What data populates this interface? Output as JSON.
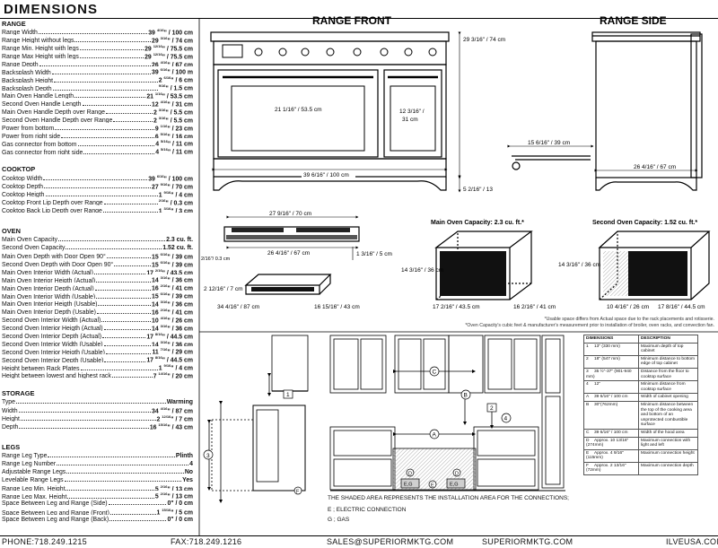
{
  "page": {
    "title": "DIMENSIONS"
  },
  "sections": {
    "range": {
      "title": "RANGE",
      "rows": [
        {
          "label": "Range Width",
          "value": "39 4/16\" / 100 cm"
        },
        {
          "label": "Range Height without legs",
          "value": "29 3/16\" / 74 cm"
        },
        {
          "label": "Range Min. Height with legs",
          "value": "29 12/16\" / 75.5 cm"
        },
        {
          "label": "Range Max Height with legs",
          "value": "29 12/16\" / 75.5 cm"
        },
        {
          "label": "Range Depth",
          "value": "26 4/16\" / 67 cm"
        },
        {
          "label": "Backsplash Width",
          "value": "39 6/16\" / 100 m"
        },
        {
          "label": "Backsplash Height",
          "value": "2 6/16\" / 6 cm"
        },
        {
          "label": "Backsplash Depth",
          "value": "9/16\" / 1.5 cm"
        },
        {
          "label": "Main Oven Handle Length",
          "value": "21 1/16\" / 53.5 cm"
        },
        {
          "label": "Second Oven Handle Length",
          "value": "12 4/16\" / 31 cm"
        },
        {
          "label": "Main Oven Handle Depth over Range",
          "value": "2 3/16\" / 5.5 cm"
        },
        {
          "label": "Second Oven Handle Depth over Range",
          "value": "2 3/16\" / 5.5 cm"
        },
        {
          "label": "Power from bottom",
          "value": "9 1/16\" / 23 cm"
        },
        {
          "label": "Power from right side",
          "value": "6 5/16\" / 16 cm"
        },
        {
          "label": "Gas connector from bottom",
          "value": "4 5/16\" / 11 cm"
        },
        {
          "label": "Gas connector from right side",
          "value": "4 5/16\" / 11 cm"
        }
      ]
    },
    "cooktop": {
      "title": "COOKTOP",
      "rows": [
        {
          "label": "Cooktop Width",
          "value": "39 6/16\" / 100 cm"
        },
        {
          "label": "Cooktop Depth",
          "value": "27 9/16\" / 70 cm"
        },
        {
          "label": "Cooktop Heigth",
          "value": "1 9/16\" / 4 cm"
        },
        {
          "label": "Cooktop Front Lip Depth over Range",
          "value": "2/16\" / 0.3 cm"
        },
        {
          "label": "Cooktop Back Lip Depth over Range",
          "value": "1 3/16\" / 3 cm"
        }
      ]
    },
    "oven": {
      "title": "OVEN",
      "rows": [
        {
          "label": "Main Oven Capacity",
          "value": "2.3 cu. ft."
        },
        {
          "label": "Second Oven Capacity",
          "value": "1.52 cu. ft."
        },
        {
          "label": "Main Oven Depth with Door Open 90°",
          "value": "15 6/16\" / 39 cm"
        },
        {
          "label": "Second Oven Depth with Door Open 90°",
          "value": "15 6/16\" / 39 cm"
        },
        {
          "label": "Main Oven Interior Width (Actual)",
          "value": "17 2/16\" / 43.5 cm"
        },
        {
          "label": "Main Oven Interior Heigth (Actual)",
          "value": "14 3/16\" / 36 cm"
        },
        {
          "label": "Main Oven Interior Depth (Actual)",
          "value": "16 2/16\" / 41 cm"
        },
        {
          "label": "Main Oven Interior Width (Usable)",
          "value": "15 6/16\" / 39 cm"
        },
        {
          "label": "Main Oven Interior Heigth (Usable)",
          "value": "14 3/16\" / 36 cm"
        },
        {
          "label": "Main Oven Interior Depth (Usable)",
          "value": "16 2/16\" / 41 cm"
        },
        {
          "label": "Second Oven Interior Width (Actual)",
          "value": "10 4/16\" / 26 cm"
        },
        {
          "label": "Second Oven Interior Heigth (Actual)",
          "value": "14 3/16\" / 36 cm"
        },
        {
          "label": "Second Oven Interior Depth (Actual)",
          "value": "17 8/16\" / 44.5 cm"
        },
        {
          "label": "Second Oven Interior Width (Usable)",
          "value": "14 3/16\" / 36 cm"
        },
        {
          "label": "Second Oven Interior Heigth (Usable)",
          "value": "11 7/16\" / 29 cm"
        },
        {
          "label": "Second Oven Interior Depth (Usable)",
          "value": "17 8/16\" / 44.5 cm"
        },
        {
          "label": "Height between Rack Plates",
          "value": "1 9/16\" / 4 cm"
        },
        {
          "label": "Height between lowest and highest rack",
          "value": "7 14/16\" / 20 cm"
        }
      ]
    },
    "storage": {
      "title": "STORAGE",
      "rows": [
        {
          "label": "Type",
          "value": "Warming"
        },
        {
          "label": "Width",
          "value": "34 4/16\" / 87 cm"
        },
        {
          "label": "Height",
          "value": "2 12/16\" / 7 cm"
        },
        {
          "label": "Depth",
          "value": "16 15/16\" / 43 cm"
        }
      ]
    },
    "legs": {
      "title": "LEGS",
      "rows": [
        {
          "label": "Range Leg Type",
          "value": "Plinth"
        },
        {
          "label": "Range Leg Number",
          "value": "4"
        },
        {
          "label": "Adjustable Range Legs",
          "value": "No"
        },
        {
          "label": "Levelable Range Legs",
          "value": "Yes"
        },
        {
          "label": "Range Leg Min. Height",
          "value": "5 2/16\" / 13 cm"
        },
        {
          "label": "Range Leg Max. Height",
          "value": "5 2/16\" / 13 cm"
        },
        {
          "label": "Space Between Leg and Range (Side)",
          "value": "0\" / 0 cm"
        },
        {
          "label": "Space Between Leg and Range (Front)",
          "value": "1 15/16\" / 5 cm"
        },
        {
          "label": "Space Between Leg and Range (Back)",
          "value": "0\" / 0 cm"
        }
      ]
    }
  },
  "drawings": {
    "front_title": "RANGE FRONT",
    "side_title": "RANGE SIDE",
    "front_height": "29 3/16\" / 74 cm",
    "front_width": "39 6/16\" / 100 cm",
    "leg_height": "5 2/16\" / 13",
    "main_handle": "21 1/16\" / 53.5 cm",
    "second_handle_a": "12 3/16\" /",
    "second_handle_b": "31 cm",
    "door_open": "15 6/16\" / 39 cm",
    "side_depth": "26 4/16\" / 67 cm",
    "cooktop_depth": "27 9/16\" / 70 cm",
    "cooktop_inner": "26 4/16\" / 67 cm",
    "cooktop_lip": "2/16\"/ 0.3 cm",
    "cooktop_height": "1 3/16\" / 5 cm",
    "drawer_height": "2 12/16\" / 7 cm",
    "drawer_width": "34 4/16\" / 87 cm",
    "drawer_depth": "16 15/16\" / 43 cm",
    "main_cap_title": "Main Oven Capacity: 2.3 cu. ft.*",
    "main_cap_h": "14 3/16\" / 36 cm",
    "main_cap_w": "17 2/16\" / 43.5 cm",
    "main_cap_d": "16 2/16\" / 41 cm",
    "second_cap_title": "Second Oven Capacity: 1.52 cu. ft.*",
    "second_cap_h": "14 3/16\" / 36 cm",
    "second_cap_w": "10 4/16\" / 26 cm",
    "second_cap_d": "17 8/16\" / 44.5 cm"
  },
  "notes": {
    "usable": "*Usable space differs from Actual space due to the rack placements and rotisserie.",
    "capacity": "*Oven Capacity's cubic feet & manufacturer's measurement prior to installation of broiler, oven racks, and convection fan."
  },
  "install": {
    "callouts": [
      "1",
      "2",
      "3",
      "4",
      "A",
      "B",
      "C",
      "D",
      "E",
      "F"
    ],
    "eg_label": "E,G",
    "shaded_note": "THE SHADED AREA REPRESENTS THE INSTALLATION AREA FOR THE CONNECTIONS;",
    "electric": "E ; ELECTRIC CONNECTION",
    "gas": "G ; GAS"
  },
  "dim_table": {
    "headers": [
      "DIMENSIONS",
      "DESCRIPTION"
    ],
    "rows": [
      {
        "id": "1",
        "dim": "13\" (330 mm)",
        "desc": "Maximum depth of top cabinet"
      },
      {
        "id": "2",
        "dim": "18\" (547 mm)",
        "desc": "Minimum distance to bottom edge of top cabinet"
      },
      {
        "id": "3",
        "dim": "35 ½\"-37\" (901-940 mm)",
        "desc": "Distance from the floor to cooktop surface"
      },
      {
        "id": "4",
        "dim": "12\"",
        "desc": "Minimum distance from cooktop surface"
      },
      {
        "id": "A",
        "dim": "39 6/16\" / 100 cm",
        "desc": "Width of cabinet opening"
      },
      {
        "id": "B",
        "dim": "30\"(762mm)",
        "desc": "Minimum distance between the top of the cooking area and bottom of an unprotected combustible surface"
      },
      {
        "id": "C",
        "dim": "39 6/16\" / 100 cm",
        "desc": "Width of the hood area"
      },
      {
        "id": "D",
        "dim": "Approx. 10 13/16\" (274mm)",
        "desc": "Maximum connection with light and left"
      },
      {
        "id": "E",
        "dim": "Approx. 4 9/16\" (115mm)",
        "desc": "Maximum connection height"
      },
      {
        "id": "F",
        "dim": "Approx. 2 13/16\" (72mm)",
        "desc": "Maximum connection depth"
      }
    ]
  },
  "footer": {
    "phone": "PHONE:718.249.1215",
    "fax": "FAX:718.249.1216",
    "email": "SALES@SUPERIORMKTG.COM",
    "site1": "SUPERIORMKTG.COM",
    "site2": "ILVEUSA.COM"
  }
}
